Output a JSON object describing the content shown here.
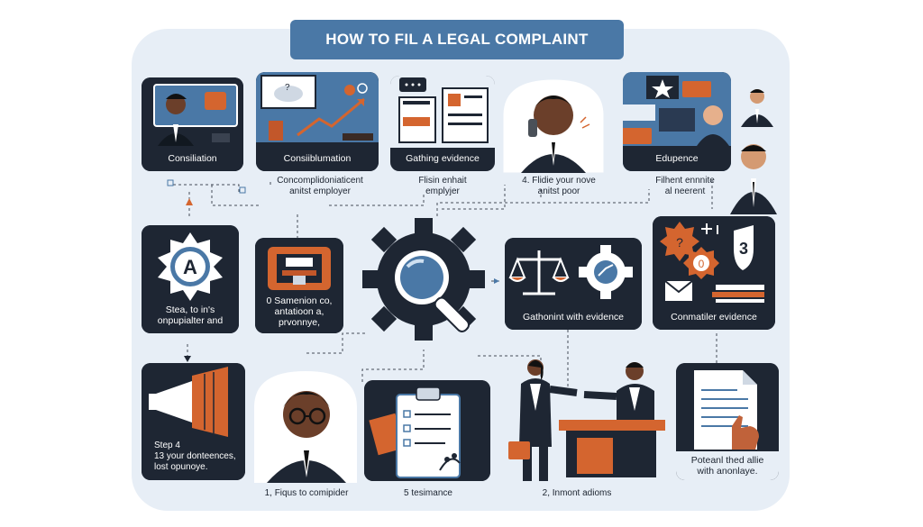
{
  "title": "HOW TO FIL A LEGAL COMPLAINT",
  "colors": {
    "navy": "#1e2633",
    "blue": "#4a78a6",
    "orange": "#d4652f",
    "panel": "#e7eef6",
    "skin_dark": "#6b3f2a",
    "skin_light": "#e6b08c"
  },
  "top_row": [
    {
      "label": "Consiliation",
      "below": ""
    },
    {
      "label": "Consiiblumation",
      "below": "Concomplidoniaticent\nanitst employer"
    },
    {
      "label": "Gathing evidence",
      "below": "Flisin enhait\nemplyjer"
    },
    {
      "label": "",
      "below": "4. Flidie your nove\nanitst poor"
    },
    {
      "label": "Edupence",
      "below": "Filhent ennnite\nal neerent"
    }
  ],
  "middle_row": [
    {
      "label": "Stea, to in's\nonpupialter and",
      "icon": "A"
    },
    {
      "label": "0 Samenion co,\nantatioon a,\nprvonnye,",
      "icon": ""
    },
    {
      "label": "Gathonint with evidence",
      "icon": ""
    },
    {
      "label": "Conmatiler evidence",
      "icon": "3"
    }
  ],
  "bottom_row": [
    {
      "label": "Step 4\n13 your donteences,\nlost opunoye.",
      "below": ""
    },
    {
      "label": "",
      "below": "1, Fiqus to comipider"
    },
    {
      "label": "",
      "below": "5 tesimance"
    },
    {
      "label": "",
      "below": "2, Inmont adioms"
    },
    {
      "label": "",
      "below": "Poteanl thed allie\nwith anonlaye."
    }
  ]
}
